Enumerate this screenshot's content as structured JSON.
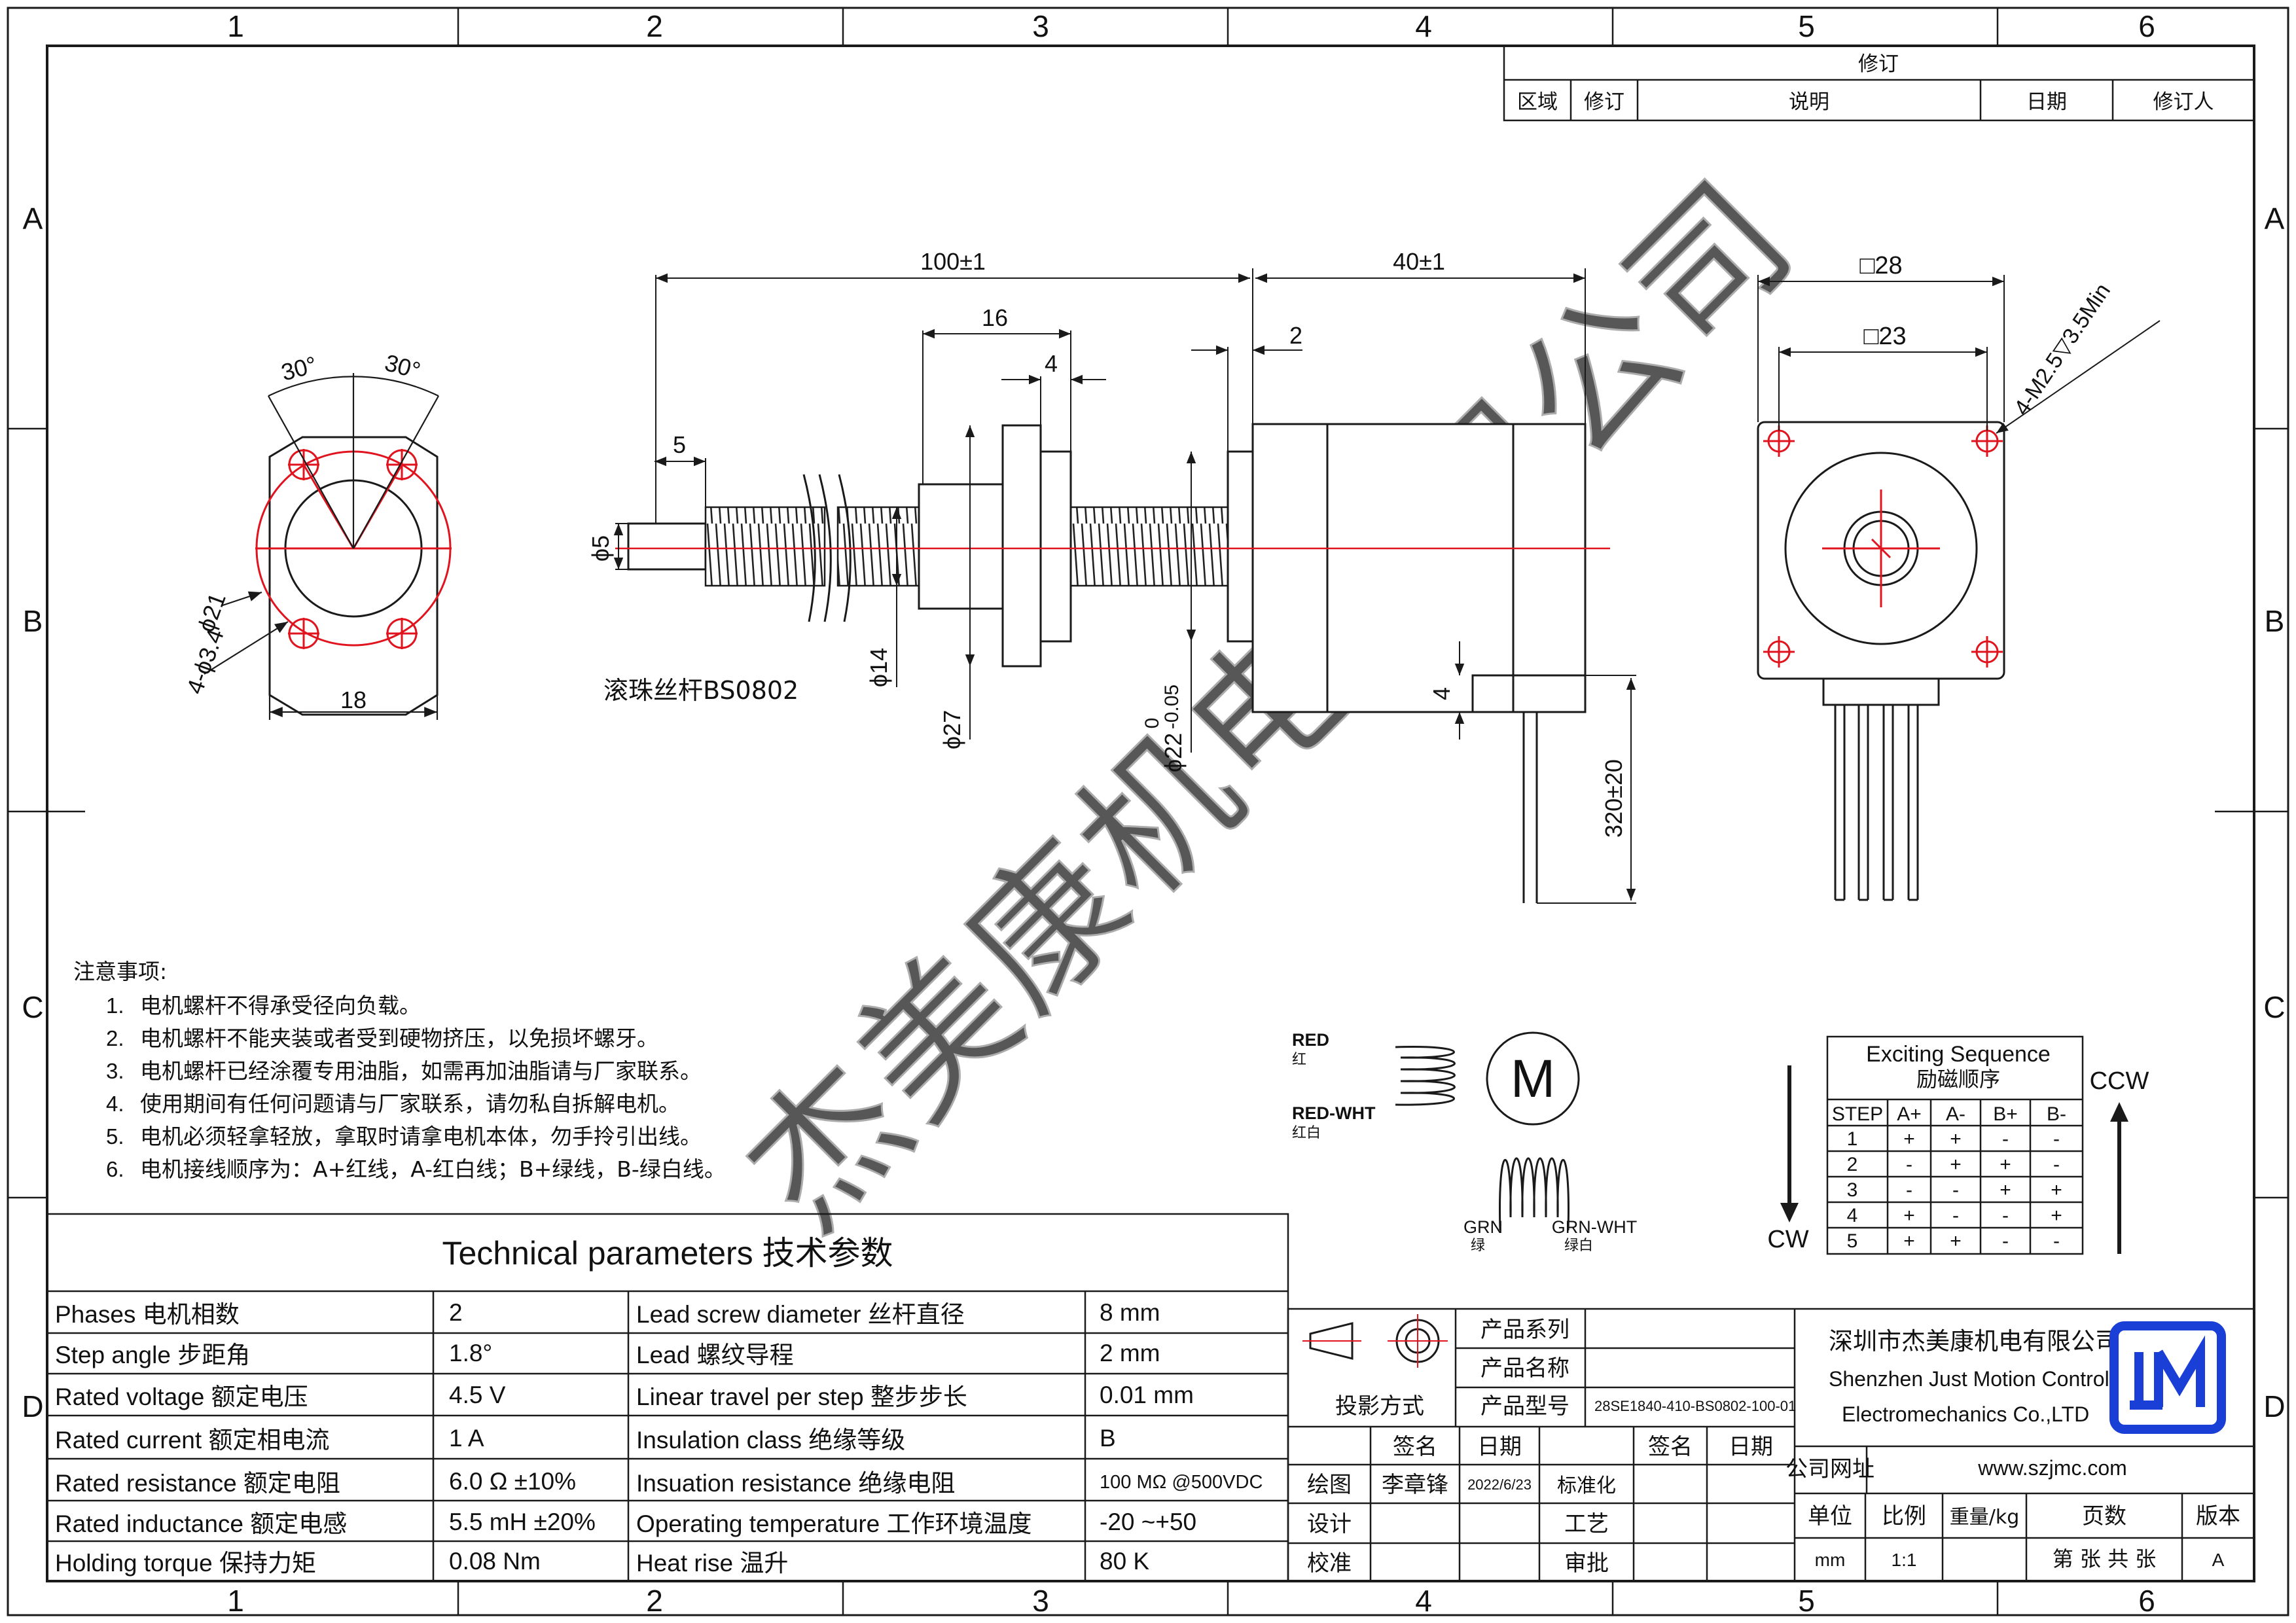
{
  "frame": {
    "columns": [
      "1",
      "2",
      "3",
      "4",
      "5",
      "6"
    ],
    "rows": [
      "A",
      "B",
      "C",
      "D"
    ]
  },
  "revision_table": {
    "title": "修订",
    "headers": [
      "区域",
      "修订",
      "说明",
      "日期",
      "修订人"
    ]
  },
  "flange_view": {
    "angle_left": "30°",
    "angle_right": "30°",
    "dia_label": "ϕ21",
    "holes_label": "4-ϕ3.4",
    "width_label": "18"
  },
  "side_view": {
    "dim_total": "100±1",
    "dim_motor": "40±1",
    "dim_nut": "16",
    "dim_flange": "4",
    "dim_pilot": "2",
    "dim_shaft_end": "5",
    "dim_shaft_dia": "ϕ5",
    "dim_nut_dia": "ϕ14",
    "dim_flange_dia": "ϕ27",
    "dim_boss": "ϕ22",
    "dim_boss_tol_upper": "0",
    "dim_boss_tol_lower": "-0.05",
    "dim_cable_offset": "4",
    "dim_cable_length": "320±20",
    "screw_label": "滚珠丝杆BS0802"
  },
  "front_view": {
    "square_outer": "□28",
    "square_inner": "□23",
    "thread_label": "4-M2.5▽3.5Min"
  },
  "notes": {
    "title": "注意事项:",
    "items": [
      {
        "num": "1.",
        "text": "电机螺杆不得承受径向负载。"
      },
      {
        "num": "2.",
        "text": "电机螺杆不能夹装或者受到硬物挤压，以免损坏螺牙。"
      },
      {
        "num": "3.",
        "text": "电机螺杆已经涂覆专用油脂，如需再加油脂请与厂家联系。"
      },
      {
        "num": "4.",
        "text": "使用期间有任何问题请与厂家联系，请勿私自拆解电机。"
      },
      {
        "num": "5.",
        "text": "电机必须轻拿轻放，拿取时请拿电机本体，勿手拎引出线。"
      },
      {
        "num": "6.",
        "text": "电机接线顺序为：A+红线，A-红白线；B+绿线，B-绿白线。"
      }
    ]
  },
  "wiring": {
    "red": "RED",
    "red_cn": "红",
    "red_wht": "RED-WHT",
    "red_wht_cn": "红白",
    "motor": "M",
    "grn": "GRN",
    "grn_cn": "绿",
    "grn_wht": "GRN-WHT",
    "grn_wht_cn": "绿白"
  },
  "sequence": {
    "title_en": "Exciting Sequence",
    "title_cn": "励磁顺序",
    "headers": [
      "STEP",
      "A+",
      "A-",
      "B+",
      "B-"
    ],
    "rows": [
      [
        "1",
        "+",
        "+",
        "-",
        "-"
      ],
      [
        "2",
        "-",
        "+",
        "+",
        "-"
      ],
      [
        "3",
        "-",
        "-",
        "+",
        "+"
      ],
      [
        "4",
        "+",
        "-",
        "-",
        "+"
      ],
      [
        "5",
        "+",
        "+",
        "-",
        "-"
      ]
    ],
    "cw": "CW",
    "ccw": "CCW"
  },
  "tech": {
    "title": "Technical parameters 技术参数",
    "rows": [
      {
        "label": "Phases 电机相数",
        "value": "2",
        "label2": "Lead screw diameter 丝杆直径",
        "value2": "8 mm"
      },
      {
        "label": "Step angle 步距角",
        "value": "1.8°",
        "label2": "Lead 螺纹导程",
        "value2": "2 mm"
      },
      {
        "label": "Rated voltage 额定电压",
        "value": "4.5 V",
        "label2": "Linear travel per step 整步步长",
        "value2": "0.01 mm"
      },
      {
        "label": "Rated current 额定相电流",
        "value": "1 A",
        "label2": "Insulation class 绝缘等级",
        "value2": "B"
      },
      {
        "label": "Rated resistance 额定电阻",
        "value": "6.0 Ω ±10%",
        "label2": "Insuation resistance 绝缘电阻",
        "value2": "100 MΩ @500VDC"
      },
      {
        "label": "Rated inductance 额定电感",
        "value": "5.5 mH ±20%",
        "label2": "Operating temperature 工作环境温度",
        "value2": "-20 ~+50"
      },
      {
        "label": "Holding torque 保持力矩",
        "value": "0.08 Nm",
        "label2": "Heat rise 温升",
        "value2": "80 K"
      }
    ]
  },
  "title_block": {
    "product_series": "产品系列",
    "product_name": "产品名称",
    "projection": "投影方式",
    "product_model": "产品型号",
    "model_value": "28SE1840-410-BS0802-100-01",
    "sign": "签名",
    "date": "日期",
    "sign2": "签名",
    "date2": "日期",
    "drawn": "绘图",
    "drawn_by": "李章锋",
    "drawn_date": "2022/6/23",
    "standard": "标准化",
    "design": "设计",
    "process": "工艺",
    "check": "校准",
    "approve": "审批",
    "company_cn": "深圳市杰美康机电有限公司",
    "company_en1": "Shenzhen Just Motion Control",
    "company_en2": "Electromechanics Co.,LTD",
    "website_label": "公司网址",
    "website": "www.szjmc.com",
    "unit_label": "单位",
    "scale_label": "比例",
    "weight_label": "重量/kg",
    "pages_label": "页数",
    "version_label": "版本",
    "unit": "mm",
    "scale": "1:1",
    "pages": "第 张 共 张",
    "version": "A"
  },
  "watermark": "杰美康机电有限公司",
  "colors": {
    "line": "#1a1a1a",
    "center": "#e0141e",
    "logo": "#1a3fd6",
    "watermark": "#9a9a9a"
  }
}
